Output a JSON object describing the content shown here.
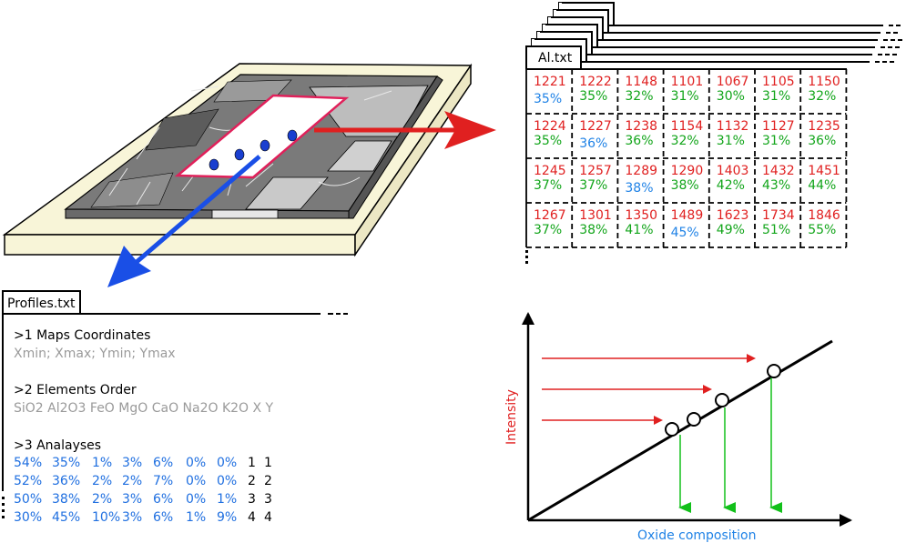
{
  "sample": {
    "points": 4
  },
  "al_file": {
    "tab": "Al.txt",
    "rows": [
      {
        "counts": [
          "1221",
          "1222",
          "1148",
          "1101",
          "1067",
          "1105",
          "1150"
        ],
        "pcts": [
          "35%",
          "35%",
          "32%",
          "31%",
          "30%",
          "31%",
          "32%"
        ],
        "sel": 0
      },
      {
        "counts": [
          "1224",
          "1227",
          "1238",
          "1154",
          "1132",
          "1127",
          "1235"
        ],
        "pcts": [
          "35%",
          "36%",
          "36%",
          "32%",
          "31%",
          "31%",
          "36%"
        ],
        "sel": 1
      },
      {
        "counts": [
          "1245",
          "1257",
          "1289",
          "1290",
          "1403",
          "1432",
          "1451"
        ],
        "pcts": [
          "37%",
          "37%",
          "38%",
          "38%",
          "42%",
          "43%",
          "44%"
        ],
        "sel": 2
      },
      {
        "counts": [
          "1267",
          "1301",
          "1350",
          "1489",
          "1623",
          "1734",
          "1846"
        ],
        "pcts": [
          "37%",
          "38%",
          "41%",
          "45%",
          "49%",
          "51%",
          "55%"
        ],
        "sel": 3
      }
    ]
  },
  "profiles_file": {
    "tab": "Profiles.txt",
    "section1_title": ">1 Maps Coordinates",
    "section1_body": "Xmin; Xmax; Ymin; Ymax",
    "section2_title": ">2 Elements Order",
    "section2_body": "SiO2 Al2O3 FeO MgO CaO Na2O K2O X Y",
    "section3_title": ">3 Analayses",
    "analyses": [
      {
        "values": [
          "54%",
          "35%",
          "1%",
          "3%",
          "6%",
          "0%",
          "0%"
        ],
        "x": "1",
        "y": "1"
      },
      {
        "values": [
          "52%",
          "36%",
          "2%",
          "2%",
          "7%",
          "0%",
          "0%"
        ],
        "x": "2",
        "y": "2"
      },
      {
        "values": [
          "50%",
          "38%",
          "2%",
          "3%",
          "6%",
          "0%",
          "1%"
        ],
        "x": "3",
        "y": "3"
      },
      {
        "values": [
          "30%",
          "45%",
          "10%",
          "3%",
          "6%",
          "1%",
          "9%"
        ],
        "x": "4",
        "y": "4"
      }
    ]
  },
  "calibration": {
    "ylabel": "Intensity",
    "xlabel": "Oxide composition",
    "points": 4,
    "colors": {
      "intensity": "#e02020",
      "composition": "#12a51a",
      "map_arrow": "#e02020",
      "profile_arrow": "#1a4fe6"
    }
  }
}
